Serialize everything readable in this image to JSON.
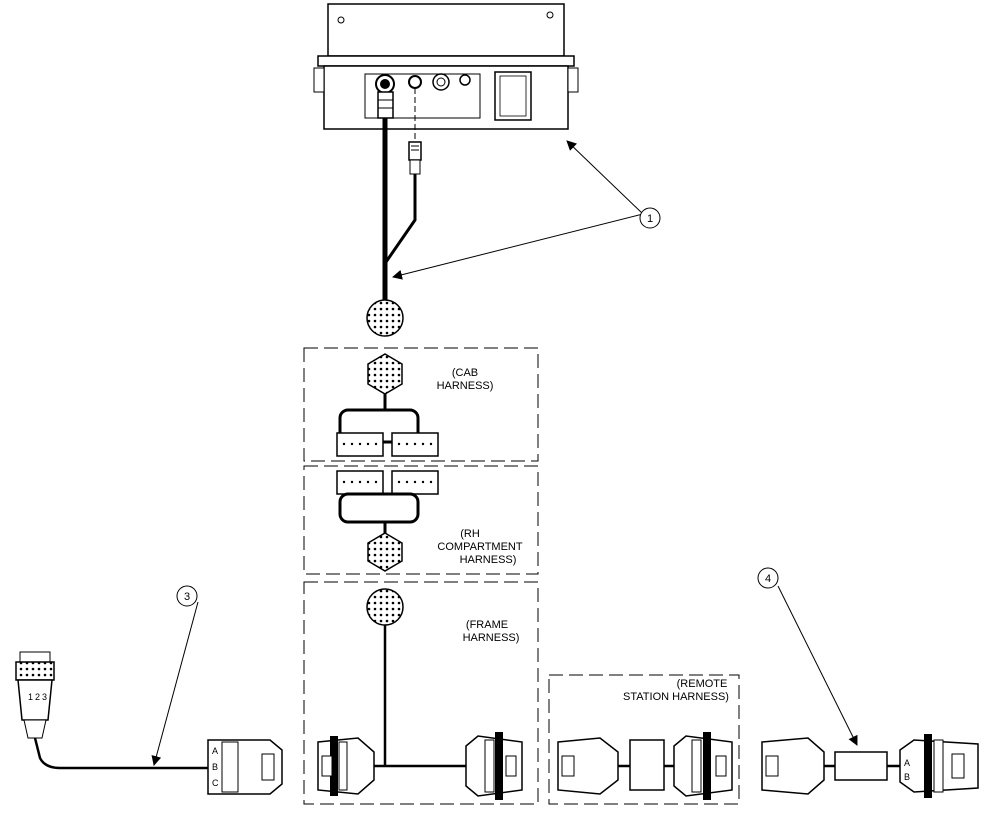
{
  "labels": {
    "cab": [
      "(CAB",
      "HARNESS)"
    ],
    "rh_compartment": [
      "(RH",
      "COMPARTMENT",
      "HARNESS)"
    ],
    "frame": [
      "(FRAME",
      "HARNESS)"
    ],
    "remote_station": [
      "(REMOTE",
      "STATION HARNESS)"
    ]
  },
  "callouts": [
    "1",
    "3",
    "4"
  ],
  "pin_labels": {
    "connector_abc": [
      "A",
      "B",
      "C"
    ],
    "connector_ab": [
      "A",
      "B"
    ],
    "round_plug": [
      "1",
      "2",
      "3"
    ]
  }
}
